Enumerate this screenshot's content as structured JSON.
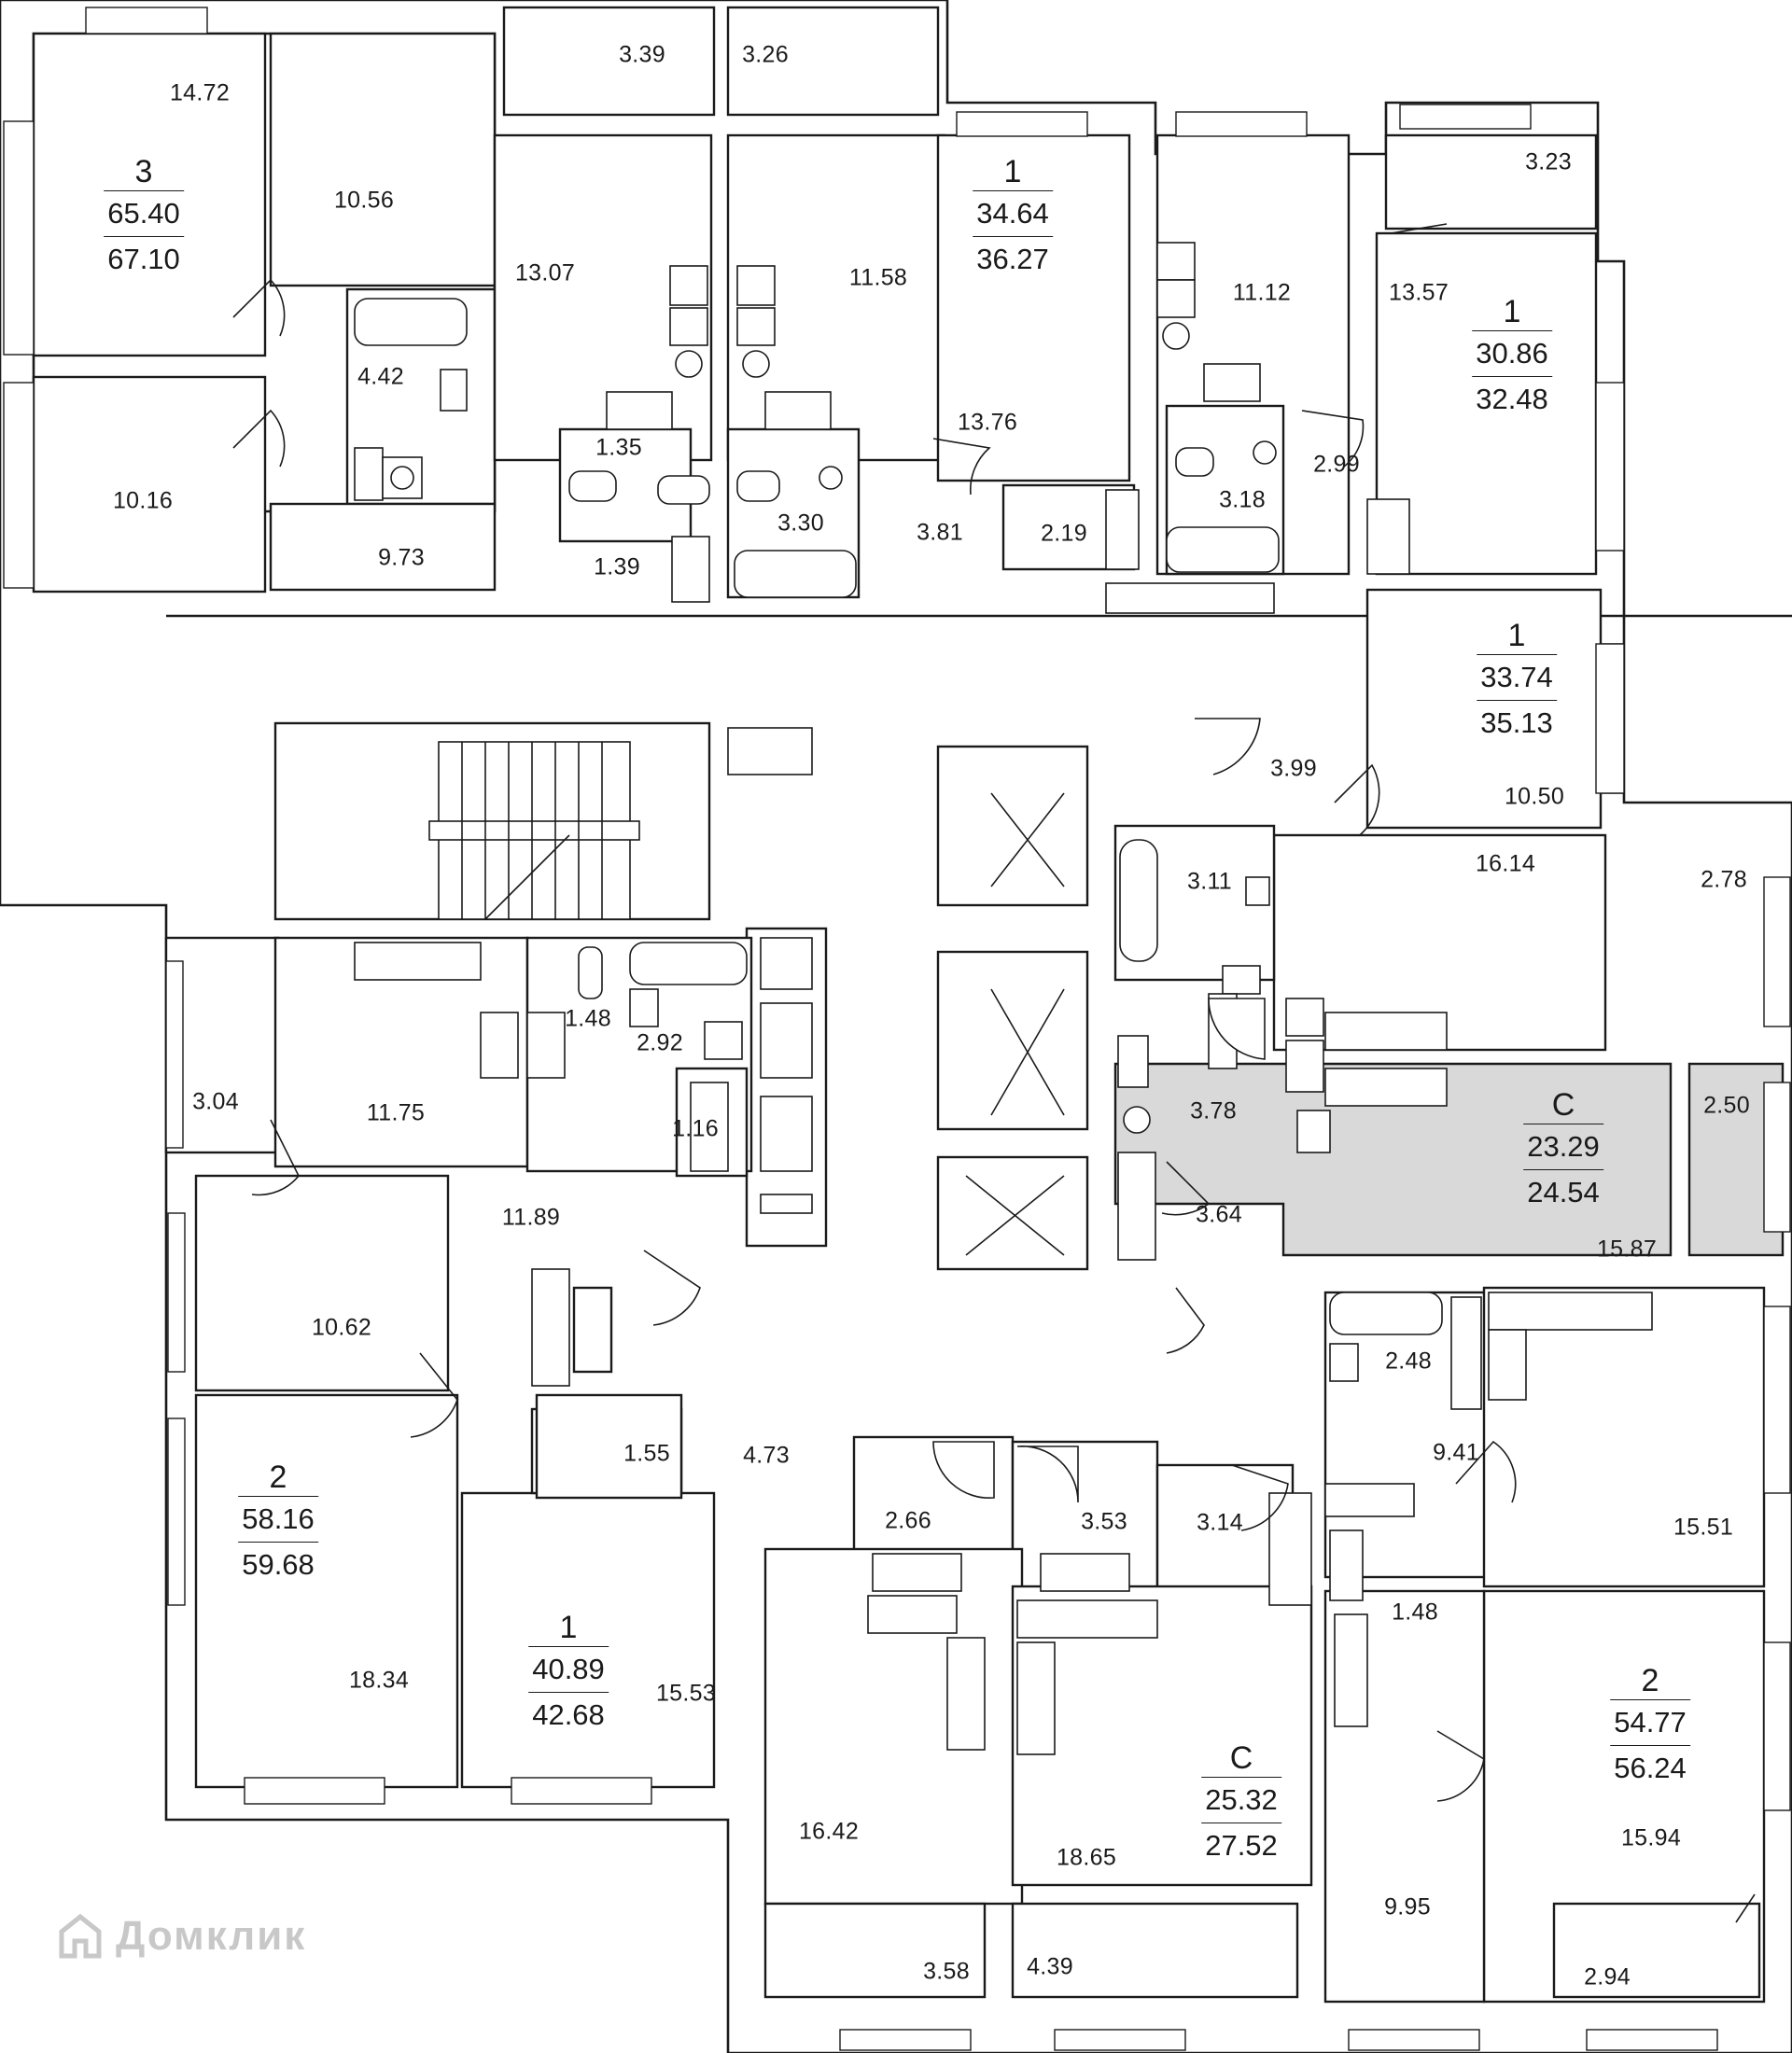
{
  "watermark": "Домклик",
  "apartments": [
    {
      "rooms": "3",
      "living": "65.40",
      "total": "67.10"
    },
    {
      "rooms": "1",
      "living": "34.64",
      "total": "36.27"
    },
    {
      "rooms": "1",
      "living": "30.86",
      "total": "32.48"
    },
    {
      "rooms": "1",
      "living": "33.74",
      "total": "35.13"
    },
    {
      "rooms": "C",
      "living": "23.29",
      "total": "24.54"
    },
    {
      "rooms": "2",
      "living": "58.16",
      "total": "59.68"
    },
    {
      "rooms": "1",
      "living": "40.89",
      "total": "42.68"
    },
    {
      "rooms": "C",
      "living": "25.32",
      "total": "27.52"
    },
    {
      "rooms": "2",
      "living": "54.77",
      "total": "56.24"
    }
  ],
  "room_areas": [
    "14.72",
    "10.56",
    "4.42",
    "10.16",
    "9.73",
    "3.39",
    "13.07",
    "1.35",
    "1.39",
    "3.26",
    "11.58",
    "3.30",
    "3.81",
    "13.76",
    "2.19",
    "11.12",
    "3.18",
    "2.99",
    "3.23",
    "13.57",
    "10.50",
    "3.99",
    "16.14",
    "2.78",
    "3.11",
    "3.78",
    "3.64",
    "2.50",
    "15.87",
    "11.75",
    "1.48",
    "2.92",
    "3.04",
    "1.16",
    "11.89",
    "10.62",
    "1.55",
    "4.73",
    "2.66",
    "3.53",
    "3.14",
    "2.48",
    "9.41",
    "15.51",
    "1.48",
    "18.34",
    "15.53",
    "16.42",
    "18.65",
    "3.58",
    "4.39",
    "9.95",
    "15.94",
    "2.94"
  ]
}
